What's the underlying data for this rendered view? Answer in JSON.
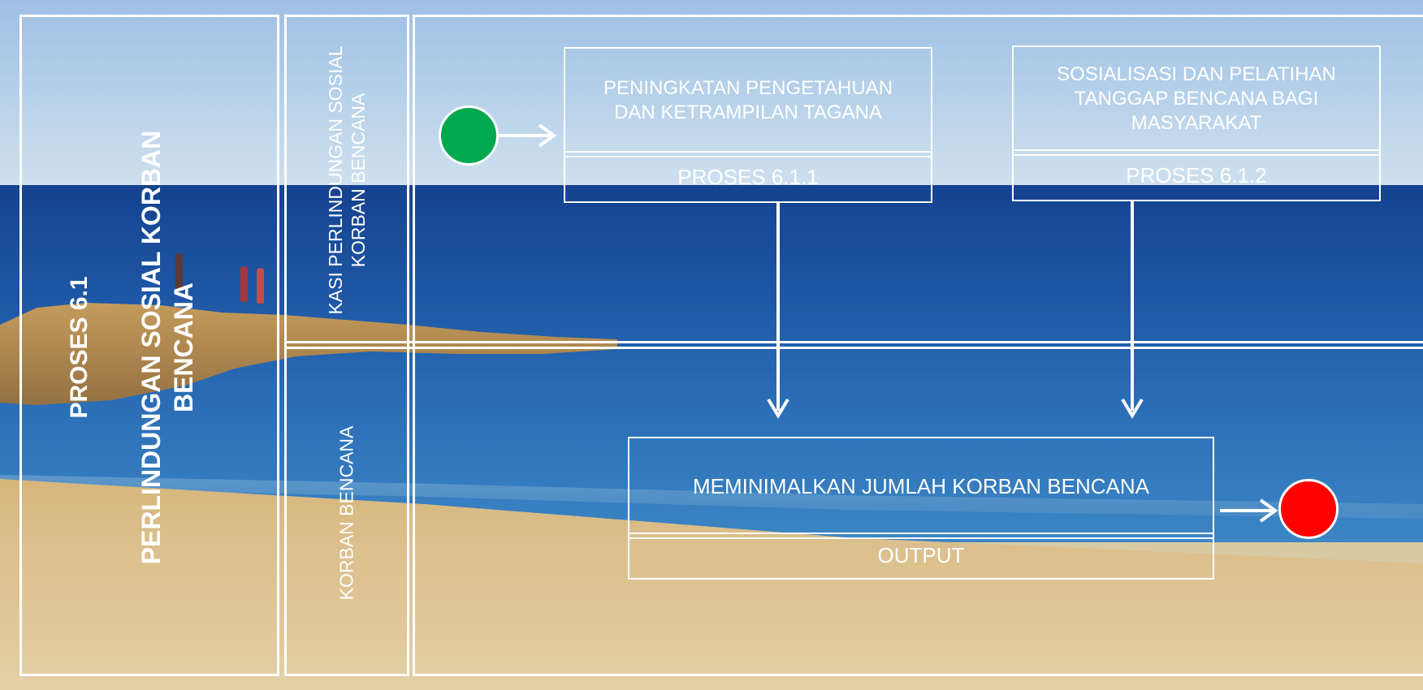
{
  "swimlane": {
    "process_title": "PROSES 6.1",
    "process_name": "PERLINDUNGAN SOSIAL KORBAN BENCANA",
    "lanes": [
      {
        "label": "KASI PERLINDUNGAN SOSIAL KORBAN BENCANA"
      },
      {
        "label": "KORBAN BENCANA"
      }
    ]
  },
  "processes": [
    {
      "title": "PENINGKATAN PENGETAHUAN DAN KETRAMPILAN TAGANA",
      "code": "PROSES 6.1.1"
    },
    {
      "title": "SOSIALISASI DAN PELATIHAN TANGGAP BENCANA BAGI MASYARAKAT",
      "code": "PROSES 6.1.2"
    }
  ],
  "output": {
    "title": "MEMINIMALKAN JUMLAH KORBAN BENCANA",
    "label": "OUTPUT"
  },
  "colors": {
    "start_node": "#00a84f",
    "end_node": "#ff0000",
    "lines": "#ffffff"
  }
}
